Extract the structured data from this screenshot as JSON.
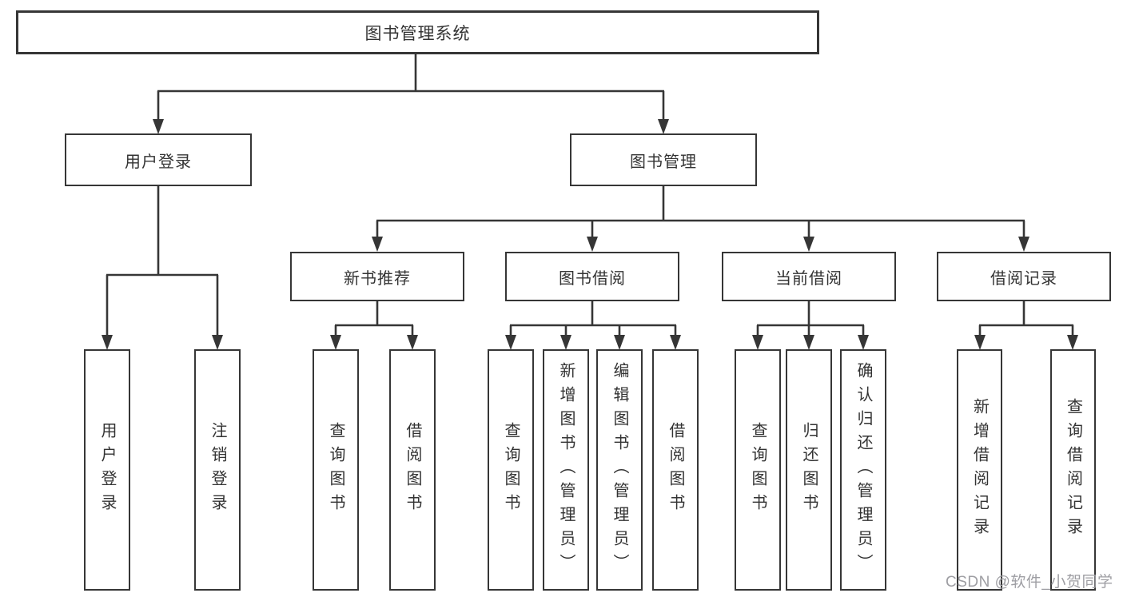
{
  "diagram": {
    "root": {
      "label": "图书管理系统"
    },
    "branches": [
      {
        "label": "用户登录",
        "children": [
          {
            "label": "用户登录"
          },
          {
            "label": "注销登录"
          }
        ]
      },
      {
        "label": "图书管理",
        "children": [
          {
            "label": "新书推荐",
            "children": [
              {
                "label": "查询图书"
              },
              {
                "label": "借阅图书"
              }
            ]
          },
          {
            "label": "图书借阅",
            "children": [
              {
                "label": "查询图书"
              },
              {
                "label": "新增图书（管理员）"
              },
              {
                "label": "编辑图书（管理员）"
              },
              {
                "label": "借阅图书"
              }
            ]
          },
          {
            "label": "当前借阅",
            "children": [
              {
                "label": "查询图书"
              },
              {
                "label": "归还图书"
              },
              {
                "label": "确认归还（管理员）"
              }
            ]
          },
          {
            "label": "借阅记录",
            "children": [
              {
                "label": "新增借阅记录"
              },
              {
                "label": "查询借阅记录"
              }
            ]
          }
        ]
      }
    ]
  },
  "watermark": {
    "text": "CSDN @软件_小贺同学",
    "color": "#9e9ea3"
  },
  "colors": {
    "line": "#363636",
    "text": "#333333",
    "background": "#ffffff"
  }
}
